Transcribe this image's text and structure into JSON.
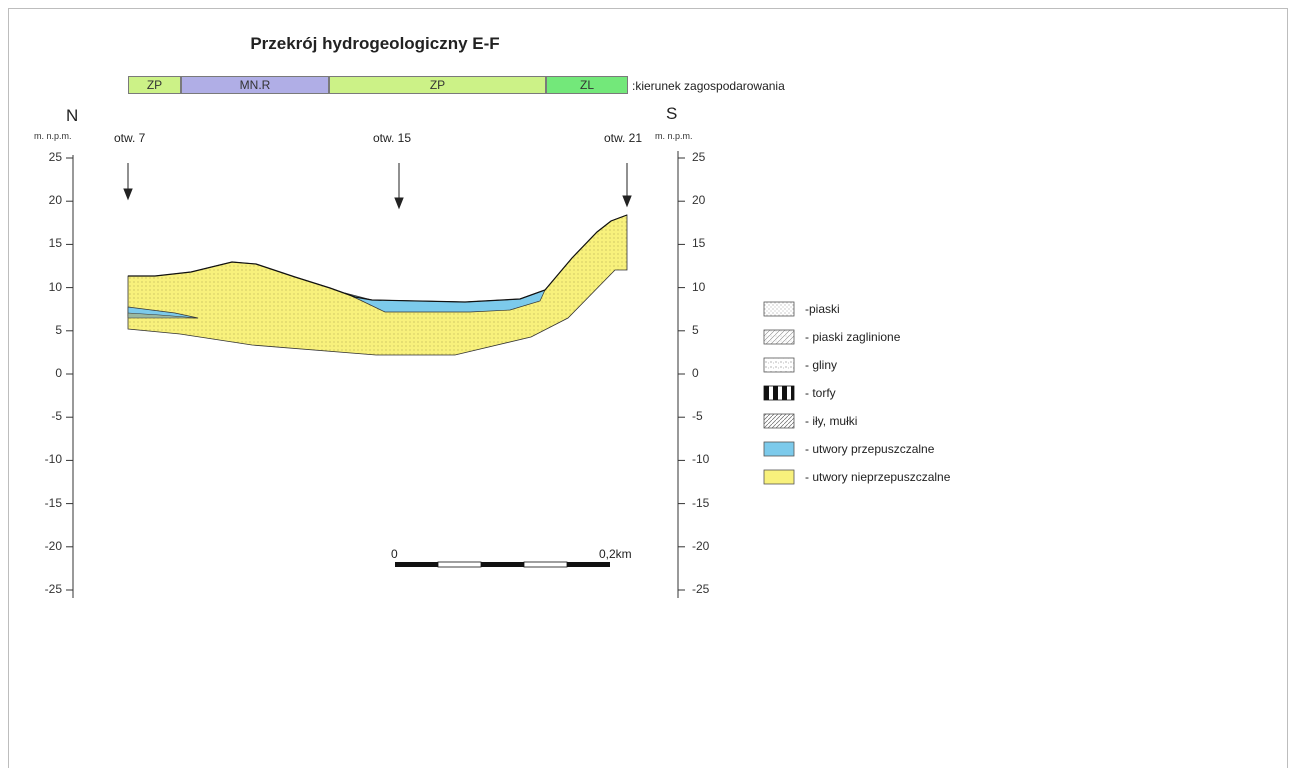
{
  "title": "Przekrój hydrogeologiczny E-F",
  "land_use": {
    "caption": ":kierunek zagospodarowania",
    "segments": [
      {
        "label": "ZP",
        "color": "#ccf287"
      },
      {
        "label": "MN.R",
        "color": "#b0aee6"
      },
      {
        "label": "ZP",
        "color": "#ccf287"
      },
      {
        "label": "ZL",
        "color": "#73e87a"
      }
    ]
  },
  "directions": {
    "left": "N",
    "right": "S"
  },
  "axis": {
    "unit": "m. n.p.m.",
    "ticks": [
      "25",
      "20",
      "15",
      "10",
      "5",
      "0",
      "-5",
      "-10",
      "-15",
      "-20",
      "-25"
    ]
  },
  "boreholes": [
    {
      "label": "otw. 7"
    },
    {
      "label": "otw. 15"
    },
    {
      "label": "otw. 21"
    }
  ],
  "scale_bar": {
    "start": "0",
    "end": "0,2km"
  },
  "legend": [
    {
      "label": "-piaski",
      "pattern": "dots"
    },
    {
      "label": "- piaski zaglinione",
      "pattern": "dots-hatch"
    },
    {
      "label": "- gliny",
      "pattern": "dash-grid"
    },
    {
      "label": "- torfy",
      "pattern": "bars"
    },
    {
      "label": "- iły, mułki",
      "pattern": "hatch"
    },
    {
      "label": "- utwory przepuszczalne",
      "color": "#7ccaeb"
    },
    {
      "label": "- utwory nieprzepuszczalne",
      "color": "#f8f17c"
    }
  ],
  "colors": {
    "permeable": "#7ccaeb",
    "impermeable": "#f8f17c"
  }
}
